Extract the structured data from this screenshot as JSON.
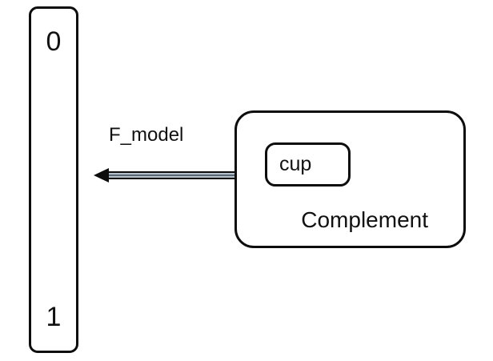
{
  "colors": {
    "background": "#ffffff",
    "stroke": "#0d0d0d",
    "text": "#111111",
    "arrow_fill": "#b3bfc9",
    "arrow_core": "#5a6673"
  },
  "interval_bar": {
    "top_label": "0",
    "bottom_label": "1"
  },
  "arrow": {
    "label": "F_model",
    "direction": "left"
  },
  "complement_box": {
    "label": "Complement",
    "cup_label": "cup"
  }
}
